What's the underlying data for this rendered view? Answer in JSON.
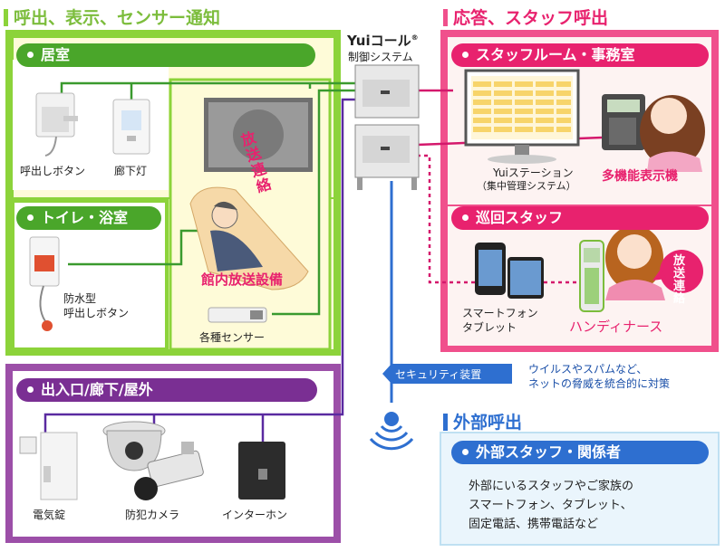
{
  "sections": {
    "call": {
      "title": "呼出、表示、センサー通知",
      "color": "#8cd33a"
    },
    "response": {
      "title": "応答、スタッフ呼出",
      "color": "#f0508c"
    },
    "external": {
      "title": "外部呼出",
      "color": "#2e6fd0"
    }
  },
  "rooms": {
    "living": {
      "label": "居室",
      "items": {
        "call_button": "呼出しボタン",
        "hall_light": "廊下灯"
      }
    },
    "toilet": {
      "label": "トイレ・浴室",
      "items": {
        "waterproof": "防水型\n呼出しボタン"
      }
    },
    "broadcast": {
      "label": "館内放送設備",
      "callout": "放送\n連絡"
    },
    "sensor": {
      "label": "各種センサー"
    },
    "entrance": {
      "label": "出入口/廊下/屋外",
      "items": {
        "lock": "電気錠",
        "camera": "防犯カメラ",
        "intercom": "インターホン"
      }
    }
  },
  "control": {
    "brand": "Yuiコール",
    "reg": "®",
    "subtitle": "制御システム"
  },
  "staff_room": {
    "label": "スタッフルーム・事務室",
    "station": "Yuiステーション",
    "station_sub": "（集中管理システム）",
    "phone": "多機能表示機"
  },
  "patrol": {
    "label": "巡回スタッフ",
    "devices": "スマートフォン\nタブレット",
    "handy": "ハンディナース",
    "bubble": "放送\n連絡"
  },
  "security": {
    "label": "セキュリティ装置",
    "note": "ウイルスやスパムなど、\nネットの脅威を統合的に対策"
  },
  "external_staff": {
    "label": "外部スタッフ・関係者",
    "desc": "外部にいるスタッフやご家族の\nスマートフォン、タブレット、\n固定電話、携帯電話など"
  },
  "colors": {
    "green": "#8cd33a",
    "green_bg": "#fefbd8",
    "purple": "#9c4fa8",
    "pink": "#f0508c",
    "pink_bg": "#fdf3f2",
    "blue": "#2e6fd0",
    "blue_bg": "#eaf5fc",
    "line_green": "#3a9a2e",
    "line_purple": "#5a2aa0",
    "line_blue": "#2e6fd0",
    "line_pink": "#d4186c"
  }
}
